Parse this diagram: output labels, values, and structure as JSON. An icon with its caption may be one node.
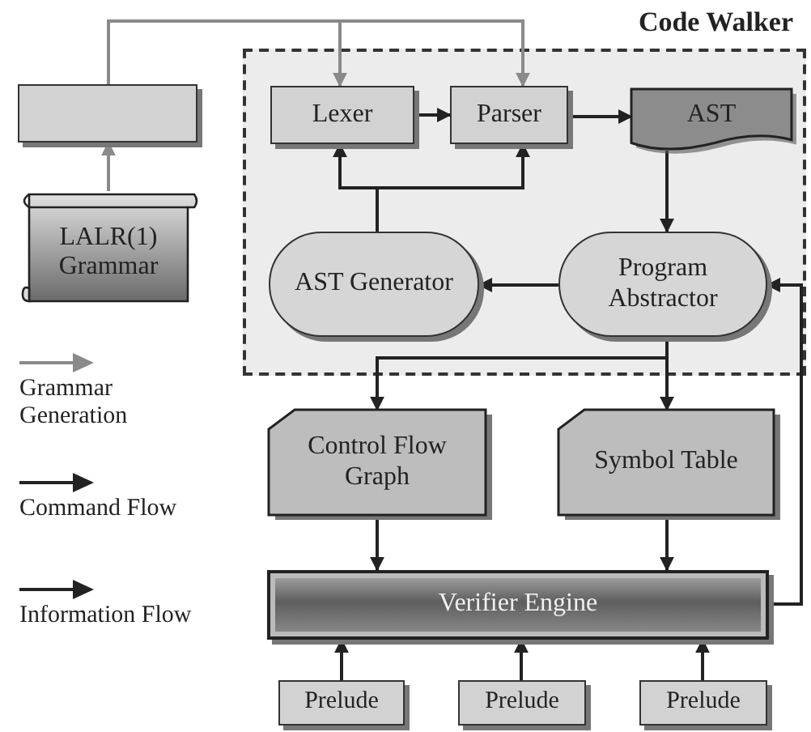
{
  "diagram": {
    "nodes": [
      {
        "text": [
          "Code Walker"
        ]
      },
      {
        "text": [],
        "shape": "box"
      },
      {
        "text": [
          "LALR(1) Grammar"
        ]
      },
      {
        "text": [
          "Lexer"
        ],
        "in": 0
      },
      {
        "text": [
          "Parser"
        ],
        "in": 0
      },
      {
        "text": [
          "AST"
        ],
        "in": 0
      },
      {
        "text": [
          "AST Generator"
        ],
        "in": 0
      },
      {
        "text": [
          "Program Abstractor"
        ],
        "in": 0
      },
      {
        "text": [
          "Control Flow Graph"
        ]
      },
      {
        "text": [
          "Symbol Table"
        ]
      },
      {
        "text": [
          "Verifier Engine"
        ]
      },
      {
        "text": [
          "Prelude"
        ]
      },
      {
        "text": [
          "Prelude"
        ]
      },
      {
        "text": [
          "Prelude"
        ]
      }
    ],
    "edges": [
      {
        "from": 2,
        "to": 1,
        "arrow": "to",
        "color": "#8a8a8a"
      },
      {
        "from": 1,
        "to": 3,
        "arrow": "to",
        "color": "#8a8a8a"
      },
      {
        "from": 1,
        "to": 4,
        "arrow": "to",
        "color": "#8a8a8a"
      },
      {
        "from": 3,
        "to": 4,
        "arrow": "to"
      },
      {
        "from": 4,
        "to": 5,
        "arrow": "to"
      },
      {
        "from": 5,
        "to": 7,
        "arrow": "to"
      },
      {
        "from": 7,
        "to": 6,
        "arrow": "to"
      },
      {
        "from": 6,
        "to": 3,
        "arrow": "to"
      },
      {
        "from": 6,
        "to": 4,
        "arrow": "to"
      },
      {
        "from": 7,
        "to": 8,
        "arrow": "to"
      },
      {
        "from": 7,
        "to": 9,
        "arrow": "to"
      },
      {
        "from": 8,
        "to": 10,
        "arrow": "to"
      },
      {
        "from": 9,
        "to": 10,
        "arrow": "to"
      },
      {
        "from": 11,
        "to": 10,
        "arrow": "to"
      },
      {
        "from": 12,
        "to": 10,
        "arrow": "to"
      },
      {
        "from": 13,
        "to": 10,
        "arrow": "to"
      },
      {
        "from": 10,
        "to": 7,
        "arrow": "to"
      }
    ],
    "legend": [
      {
        "text": "Grammar Generation"
      },
      {
        "text": "Command Flow"
      },
      {
        "text": "Information Flow"
      }
    ]
  }
}
